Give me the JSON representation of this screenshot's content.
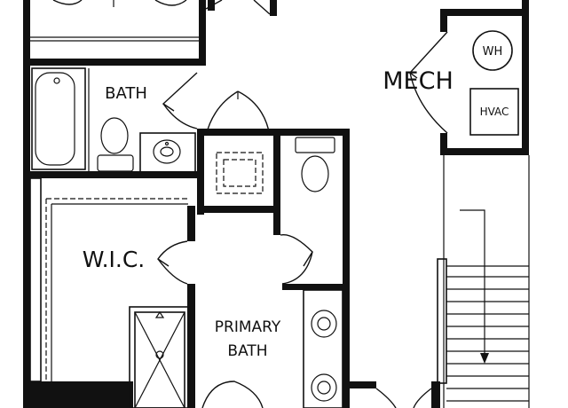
{
  "rooms": {
    "mech": "MECH",
    "water_heater": "WH",
    "hvac": "HVAC",
    "bath": "BATH",
    "walk_in_closet": "W.I.C.",
    "primary_bath_line1": "PRIMARY",
    "primary_bath_line2": "BATH"
  },
  "colors": {
    "line": "#111111",
    "background": "#ffffff"
  }
}
